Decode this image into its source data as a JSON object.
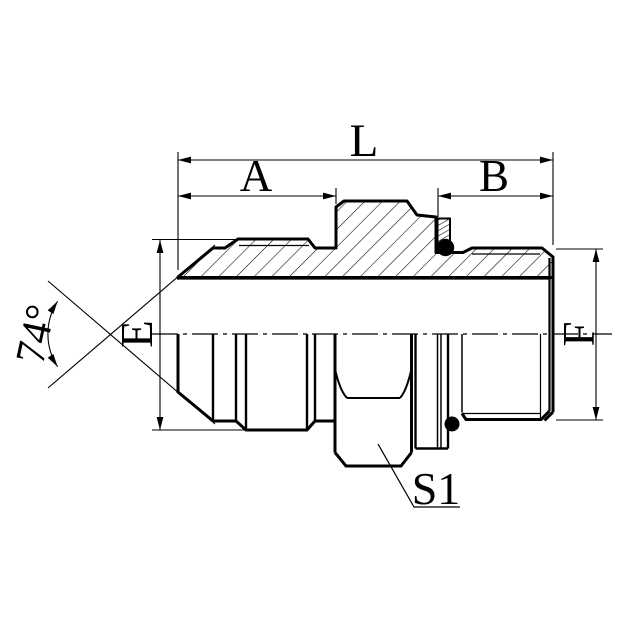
{
  "drawing": {
    "kind": "technical-section-drawing",
    "subject": "male stud hydraulic adapter fitting, half-section view",
    "labels": {
      "overall_length": "L",
      "dim_a": "A",
      "dim_b": "B",
      "dim_e": "E",
      "dim_f": "F",
      "hex_across_flats": "S1",
      "cone_angle": "74°"
    },
    "colors": {
      "line": "#000000",
      "background": "#ffffff"
    }
  }
}
